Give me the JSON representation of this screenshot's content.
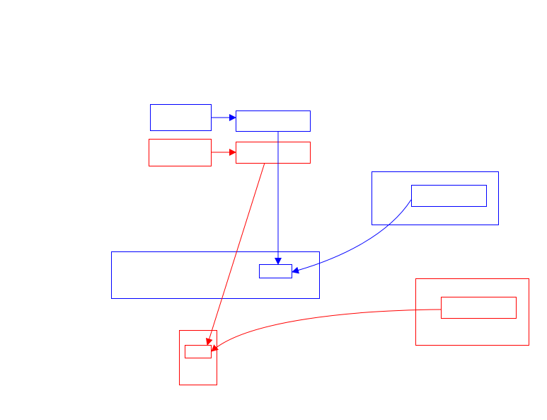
{
  "diagram": {
    "colors": {
      "blue": "#0000ff",
      "red": "#ff0000",
      "background": "#ffffff"
    },
    "nodes": [
      {
        "id": "blue-source",
        "group": "blue"
      },
      {
        "id": "blue-target",
        "group": "blue"
      },
      {
        "id": "red-source",
        "group": "red"
      },
      {
        "id": "red-target",
        "group": "red"
      },
      {
        "id": "blue-right-container",
        "group": "blue"
      },
      {
        "id": "blue-right-inner",
        "group": "blue"
      },
      {
        "id": "blue-lower-container",
        "group": "blue"
      },
      {
        "id": "blue-lower-inner",
        "group": "blue"
      },
      {
        "id": "red-right-container",
        "group": "red"
      },
      {
        "id": "red-right-inner",
        "group": "red"
      },
      {
        "id": "red-lower-container",
        "group": "red"
      },
      {
        "id": "red-lower-inner",
        "group": "red"
      }
    ],
    "edges": [
      {
        "id": "blue-source-to-target",
        "from": "blue-source",
        "to": "blue-target",
        "group": "blue"
      },
      {
        "id": "red-source-to-target",
        "from": "red-source",
        "to": "red-target",
        "group": "red"
      },
      {
        "id": "blue-target-to-lower-inner",
        "from": "blue-target",
        "to": "blue-lower-inner",
        "group": "blue"
      },
      {
        "id": "blue-right-inner-to-lower-inner",
        "from": "blue-right-inner",
        "to": "blue-lower-inner",
        "group": "blue"
      },
      {
        "id": "red-target-to-lower-inner",
        "from": "red-target",
        "to": "red-lower-inner",
        "group": "red"
      },
      {
        "id": "red-right-inner-to-lower-inner",
        "from": "red-right-inner",
        "to": "red-lower-inner",
        "group": "red"
      }
    ]
  }
}
